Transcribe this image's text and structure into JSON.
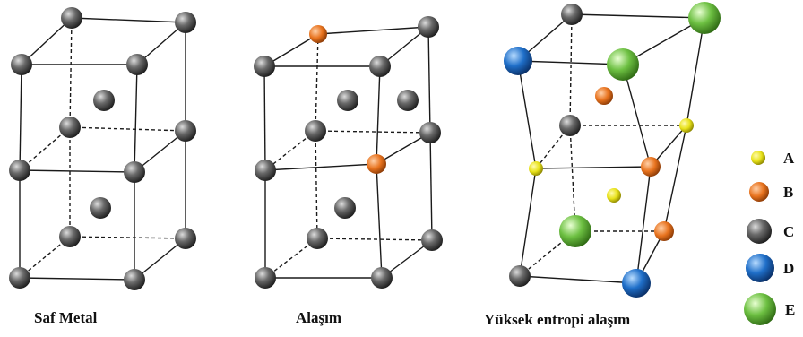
{
  "captions": {
    "pure_metal": "Saf Metal",
    "alloy": "Alaşım",
    "high_entropy_alloy": "Yüksek entropi alaşım"
  },
  "legend": [
    {
      "label": "A",
      "color": "#e8e21a"
    },
    {
      "label": "B",
      "color": "#e8731e"
    },
    {
      "label": "C",
      "color": "#555555"
    },
    {
      "label": "D",
      "color": "#1f6fc9"
    },
    {
      "label": "E",
      "color": "#6dc042"
    }
  ],
  "atom_colors": {
    "A": "#e8e21a",
    "B": "#e8731e",
    "C": "#555555",
    "D": "#1f6fc9",
    "E": "#6dc042"
  }
}
